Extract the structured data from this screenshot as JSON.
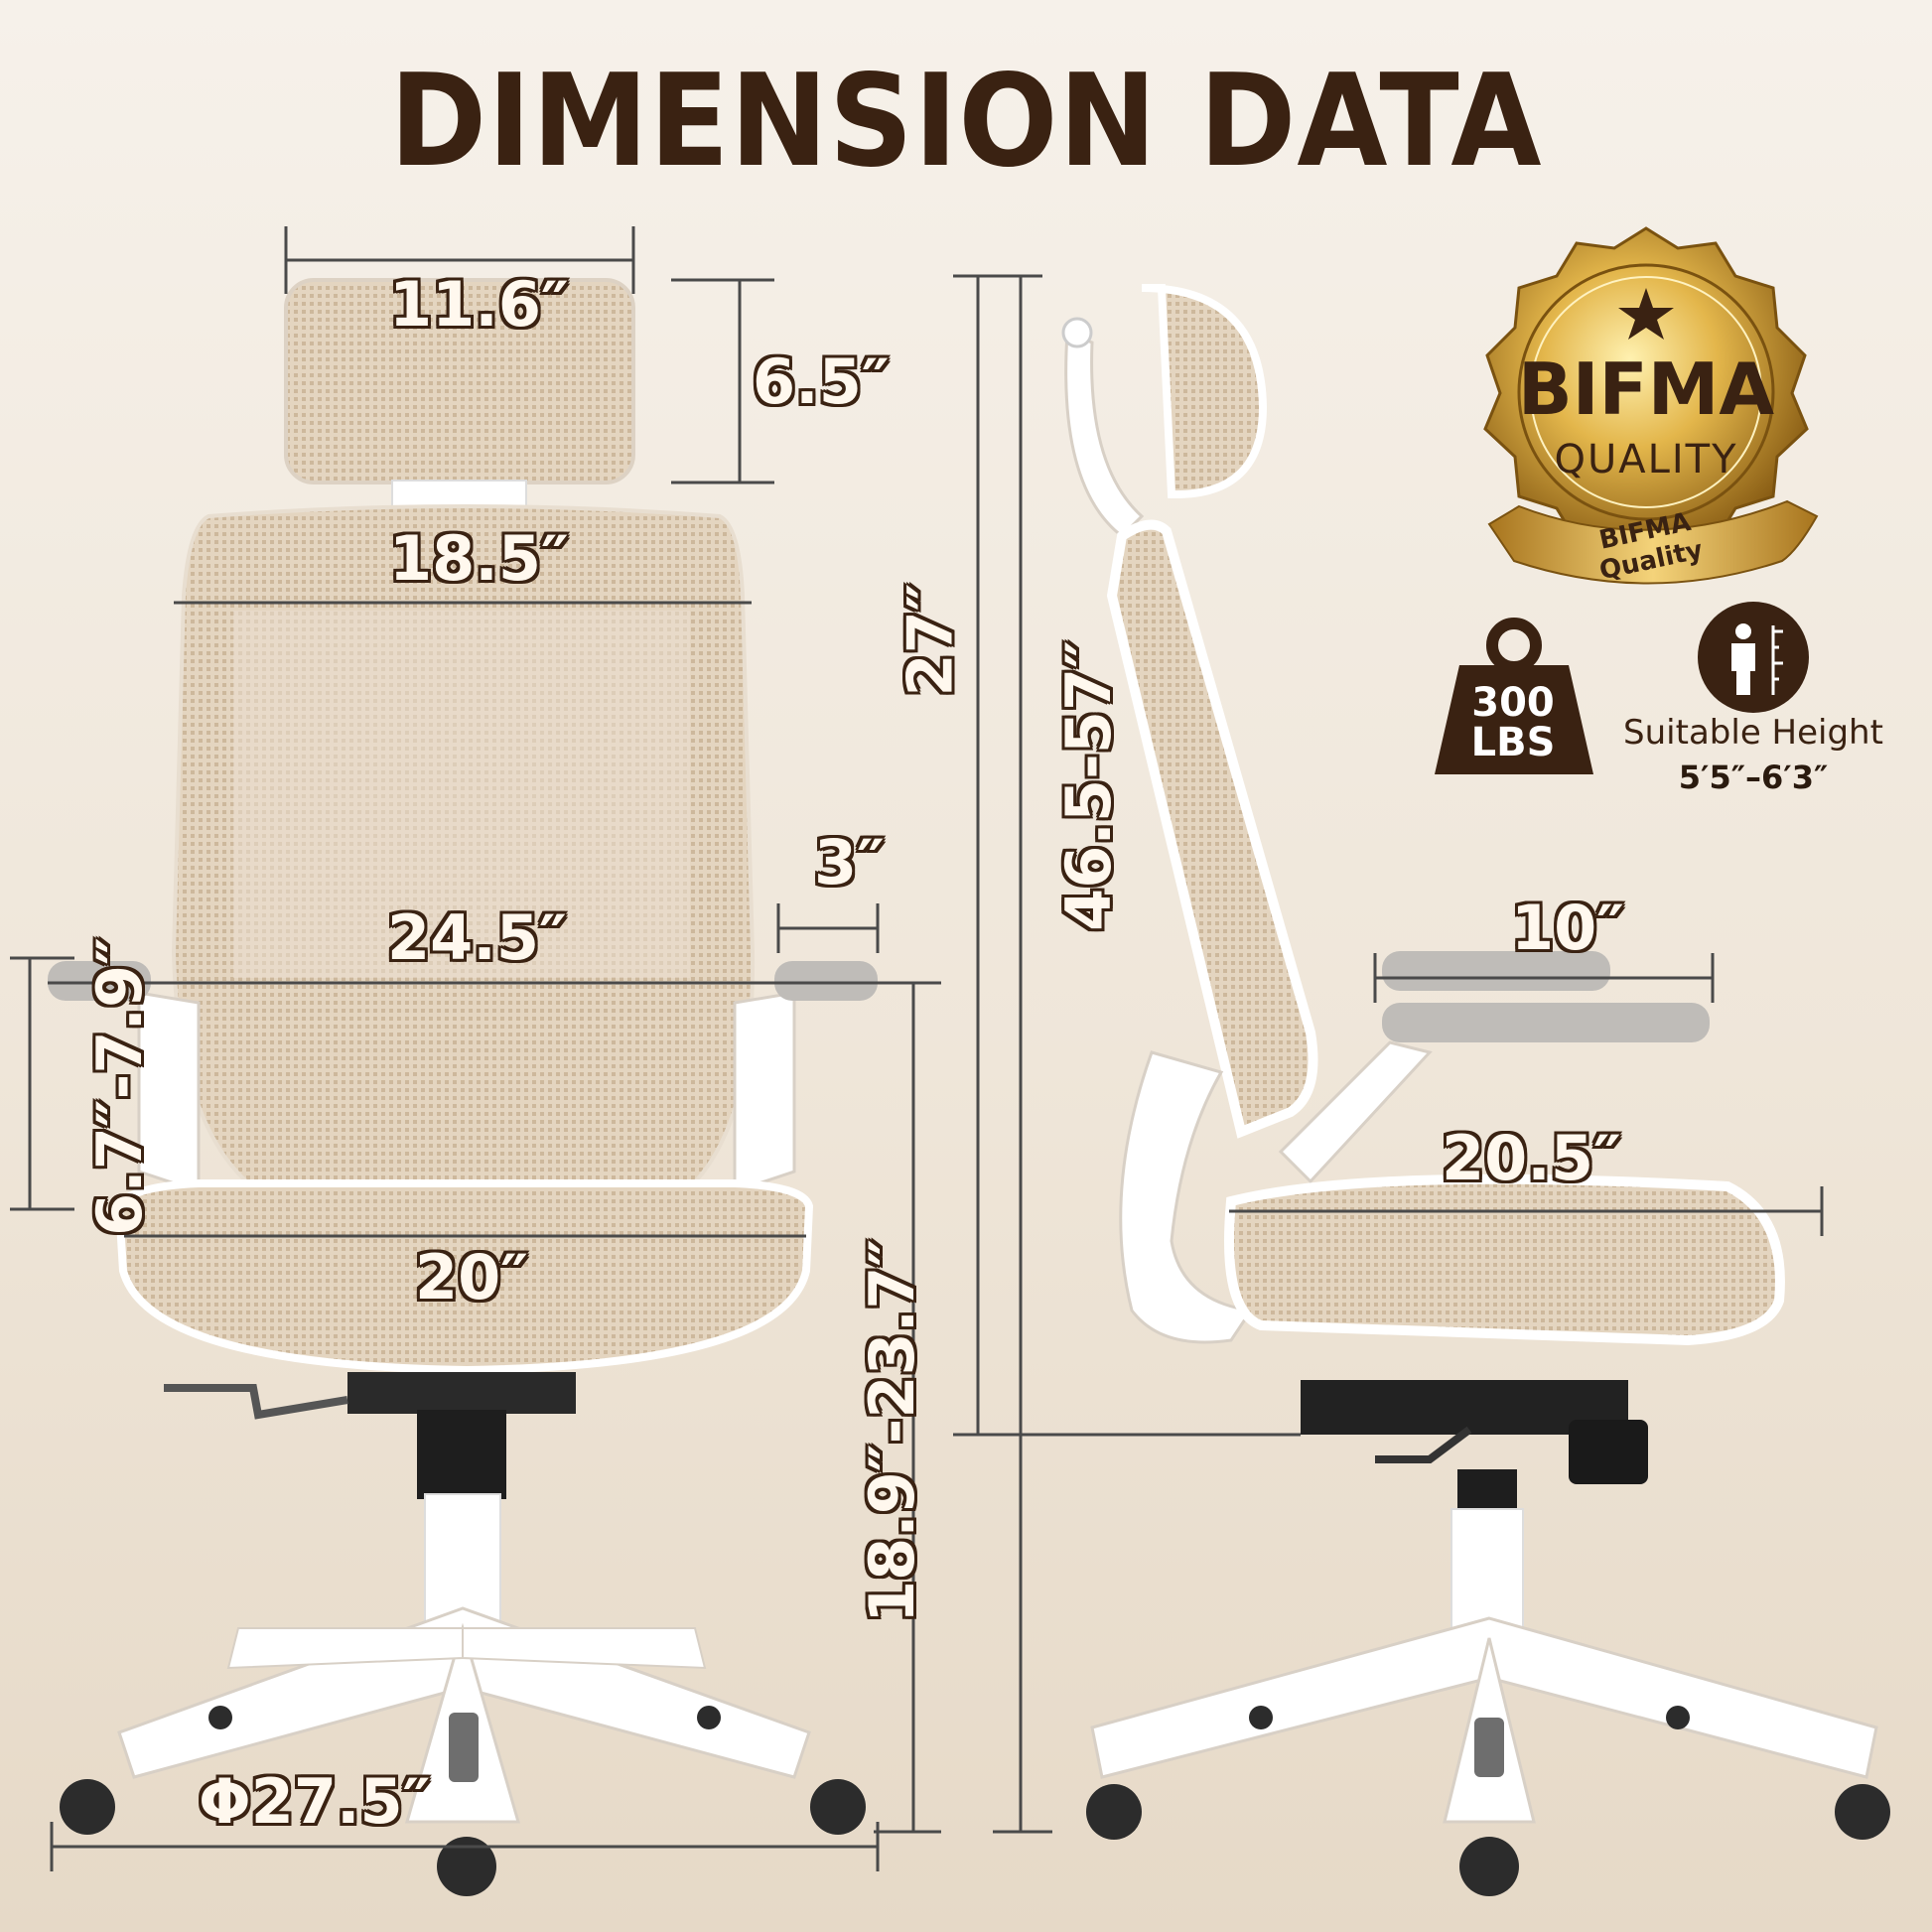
{
  "title": "DIMENSION DATA",
  "dimensions": {
    "headrest_width": "11.6″",
    "headrest_height": "6.5″",
    "backrest_width": "18.5″",
    "backrest_height": "27″",
    "total_height": "46.5-57″",
    "armrest_adjust": "3″",
    "overall_width": "24.5″",
    "armrest_height": "6.7″-7.9″",
    "armrest_length": "10″",
    "seat_depth": "20.5″",
    "seat_width": "20″",
    "seat_height": "18.9″-23.7″",
    "base_diameter": "Φ27.5″"
  },
  "badge": {
    "main": "BIFMA",
    "sub": "QUALITY",
    "ribbon": "BIFMA Quality"
  },
  "capacity": {
    "value": "300",
    "unit": "LBS"
  },
  "suitable_height": {
    "label": "Suitable Height",
    "range": "5′5″–6′3″"
  },
  "colors": {
    "title": "#3a2212",
    "mesh": "#e3d3bd",
    "frame": "#ffffff",
    "gold": "#c9982e"
  },
  "icons": [
    "star-icon",
    "weight-icon",
    "person-height-icon"
  ]
}
